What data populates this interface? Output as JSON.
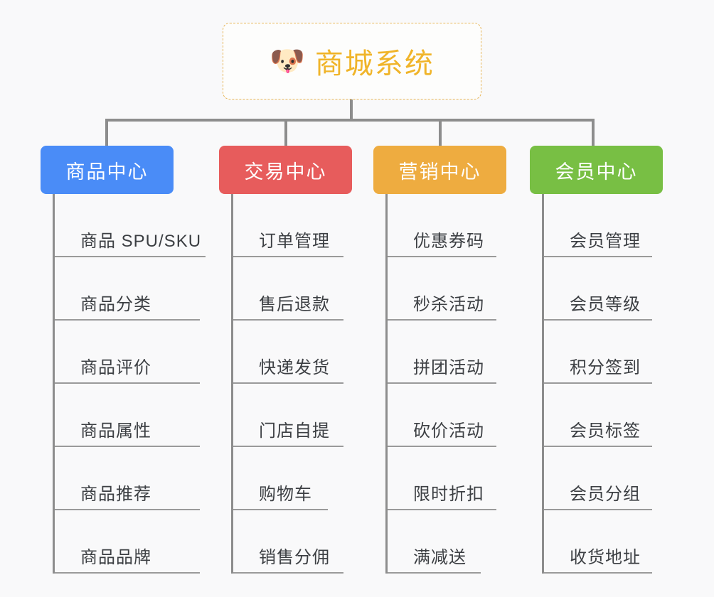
{
  "page": {
    "background_color": "#f9f9fa",
    "diagram_type": "organization-tree"
  },
  "root": {
    "icon": "shiba-dog-face-emoji",
    "icon_glyph": "🐶",
    "title": "商城系统",
    "border_color": "#e8b657",
    "text_color": "#f0b429"
  },
  "connector": {
    "color": "#8d8d8d"
  },
  "columns": [
    {
      "id": "product-center",
      "label": "商品中心",
      "color": "#4a8cf7",
      "items": [
        {
          "label": "商品 SPU/SKU"
        },
        {
          "label": "商品分类"
        },
        {
          "label": "商品评价"
        },
        {
          "label": "商品属性"
        },
        {
          "label": "商品推荐"
        },
        {
          "label": "商品品牌"
        }
      ]
    },
    {
      "id": "trade-center",
      "label": "交易中心",
      "color": "#e75c5c",
      "items": [
        {
          "label": "订单管理"
        },
        {
          "label": "售后退款"
        },
        {
          "label": "快递发货"
        },
        {
          "label": "门店自提"
        },
        {
          "label": "购物车"
        },
        {
          "label": "销售分佣"
        }
      ]
    },
    {
      "id": "marketing-center",
      "label": "营销中心",
      "color": "#eeac40",
      "items": [
        {
          "label": "优惠券码"
        },
        {
          "label": "秒杀活动"
        },
        {
          "label": "拼团活动"
        },
        {
          "label": "砍价活动"
        },
        {
          "label": "限时折扣"
        },
        {
          "label": "满减送"
        }
      ]
    },
    {
      "id": "member-center",
      "label": "会员中心",
      "color": "#78bf44",
      "items": [
        {
          "label": "会员管理"
        },
        {
          "label": "会员等级"
        },
        {
          "label": "积分签到"
        },
        {
          "label": "会员标签"
        },
        {
          "label": "会员分组"
        },
        {
          "label": "收货地址"
        }
      ]
    }
  ]
}
